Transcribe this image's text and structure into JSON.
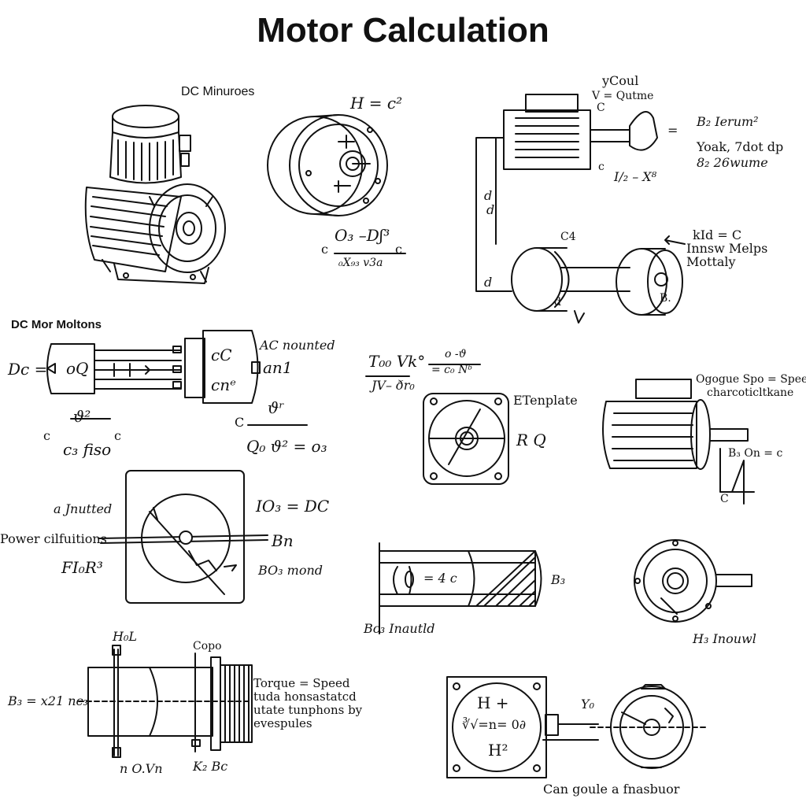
{
  "title": "Motor Calculation",
  "labels": {
    "dc_minutes": "DC Minuroes",
    "h_c2": "H = c²",
    "o3_df3": "O₃ –Dʃ³",
    "c_left1": "c",
    "c_right1": "c",
    "xg3_v3a": "₀X₉₃ v3a",
    "ycoul": "yCoul",
    "v_qutime": "V = Qutme",
    "c_small1": "C",
    "c_small2": "c",
    "b2_ierum": "B₂ Ierum²",
    "yoak": "Yoak, 7dot dp",
    "s2_26": "8₂ 26wume",
    "l2_x": "I/₂ – X⁸",
    "d_vert1": "d",
    "d_vert2": "d",
    "d_low": "d",
    "c4": "C4",
    "kid_c": "kId = C",
    "innsw": "Innsw Melps",
    "mottaly": "Mottaly",
    "b_right": "B.",
    "d_small": "d",
    "dc_mor_motions": "DC Mor Moltons",
    "dc_eq": "Dc =",
    "oq": "oQ",
    "cc": "cC",
    "cne": "cnᵉ",
    "ac_nounted": "AC nounted",
    "nl": "an1",
    "theta2_top": "ϑ²",
    "c_left2": "c",
    "c_right2": "c",
    "c3_fiso": "c₃ fiso",
    "theta_r": "ϑʳ",
    "c_left3": "C",
    "q_theta": "Q₀ ϑ² = o₃",
    "tov": "T₀₀ Vk°",
    "o_theta_top": "o -ϑ",
    "c_n_frac": "= c₀ Nᵇ",
    "jv_dr": "JV– ðr₀",
    "etemplate": "ETenplate",
    "r_q": "R Q",
    "ogogue": "Ogogue Spo = Speed",
    "charco": "charcoticltkane",
    "b3_on": "B₃  On = c",
    "c_small3": "C",
    "a_jnutted": "a Jnutted",
    "power": "Power cilfuitions",
    "fl0_r3": "FI₀R³",
    "io3_dc": "IO₃ = DC",
    "bn": "Bn",
    "bo3_mond": "BO₃ mond",
    "eq_4c": "= 4 c",
    "b3_r": "B₃",
    "bc3": "Bc₃ Inautld",
    "h3_inouwl": "H₃ Inouwl",
    "hol": "H₀L",
    "copo": "Copo",
    "b3_eq": "B₃ = x21 nc₃",
    "n_ovn": "n O.Vn",
    "k2_bc": "K₂ Bc",
    "torque_para": "Torque = Speed\ntuda honsastatcd\nutate tunphons by\nevespules",
    "h_plus": "H +",
    "sqrt_eq": "∛√=n= 0∂",
    "h2": "H²",
    "y0": "Y₀",
    "can": "Can goule a fnasbuor"
  }
}
